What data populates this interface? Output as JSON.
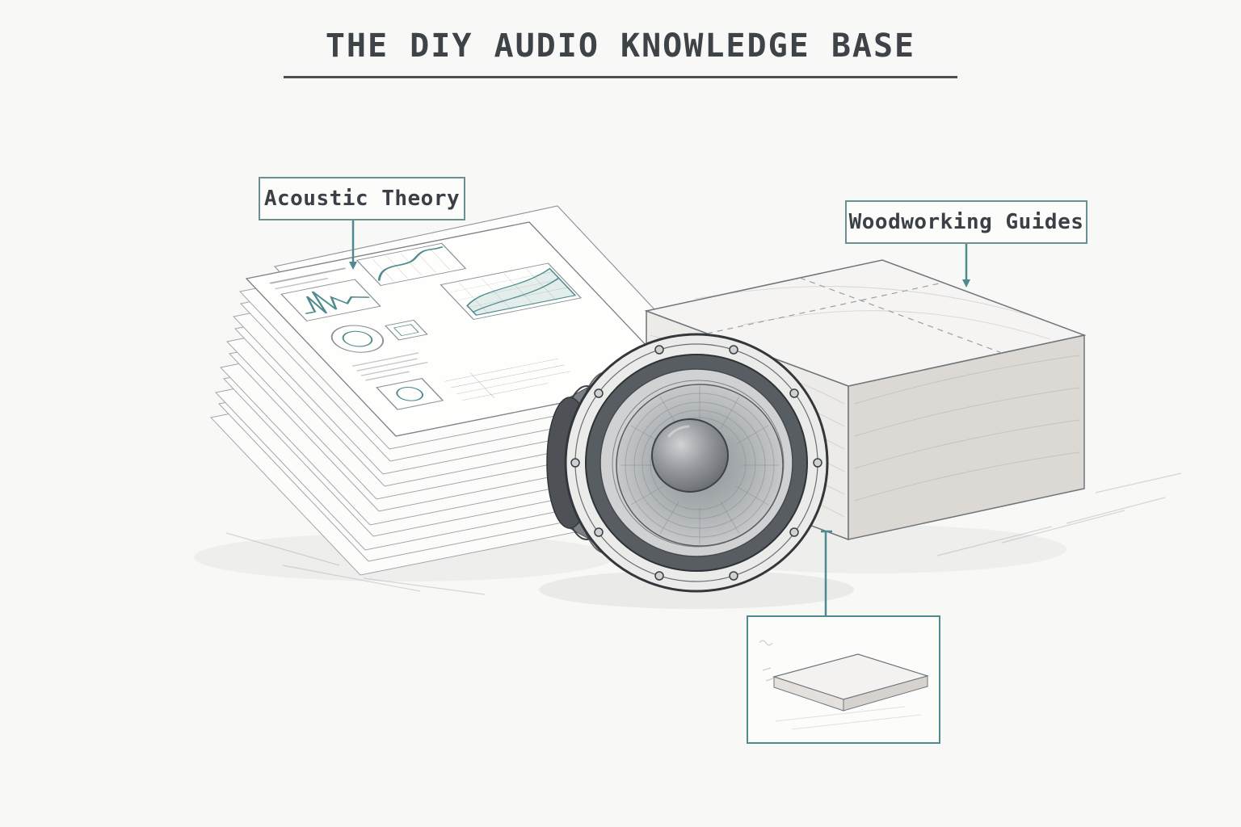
{
  "header": {
    "title": "THE DIY AUDIO KNOWLEDGE BASE"
  },
  "callouts": {
    "acoustic_theory": {
      "label": "Acoustic Theory"
    },
    "woodworking_guides": {
      "label": "Woodworking Guides"
    }
  },
  "colors": {
    "accent_teal": "#4d8b8d",
    "ink": "#3e4348",
    "sketch_gray": "#8a9096",
    "paper": "#fcfcfa",
    "background": "#f8f8f6"
  },
  "illustration": {
    "paper_stack": "stack of acoustic-theory sheets with charts",
    "speaker_driver": "pencil sketch of a speaker woofer driver",
    "enclosure": "pencil sketch of a wooden speaker enclosure box",
    "panel_inset": "framed sketch of a flat wood panel"
  }
}
